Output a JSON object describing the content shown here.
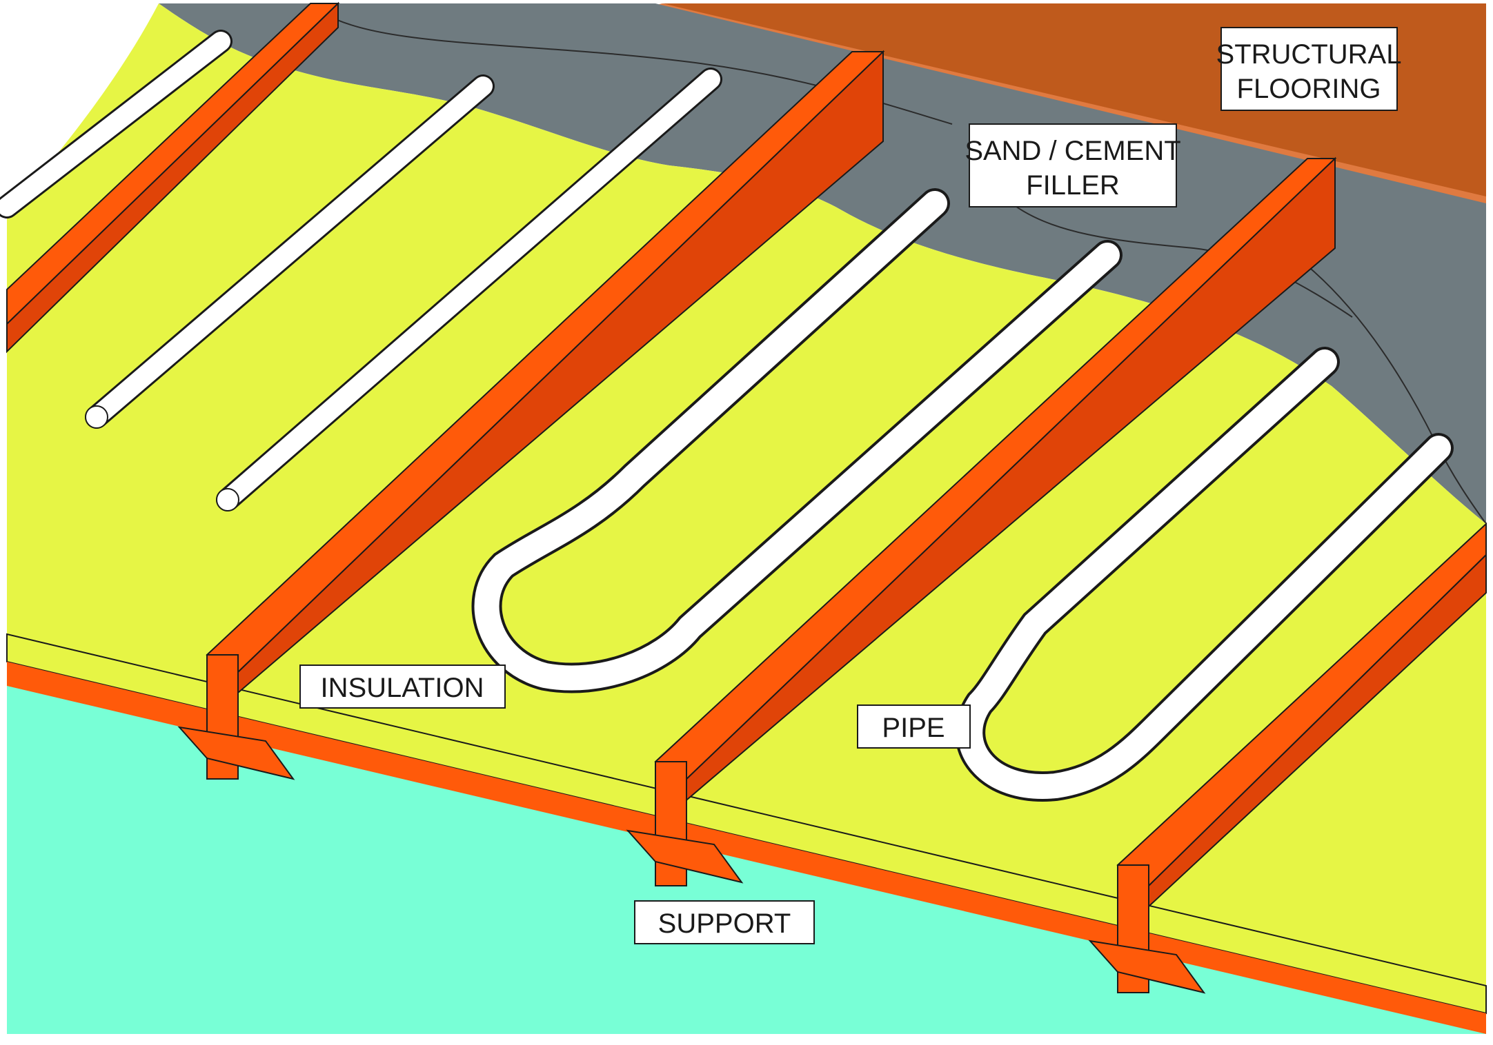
{
  "labels": {
    "structural_flooring_line1": "STRUCTURAL",
    "structural_flooring_line2": "FLOORING",
    "filler_line1": "SAND / CEMENT",
    "filler_line2": "FILLER",
    "insulation": "INSULATION",
    "pipe": "PIPE",
    "support": "SUPPORT"
  },
  "colors": {
    "background_cyan": "#78ffd6",
    "insulation_yellow": "#e6f545",
    "filler_grey": "#6f7b80",
    "flooring_brown": "#bf5a1c",
    "flooring_edge": "#e07a40",
    "joist_orange": "#ff5a0a",
    "joist_dark": "#e04408",
    "pipe_white": "#ffffff"
  }
}
